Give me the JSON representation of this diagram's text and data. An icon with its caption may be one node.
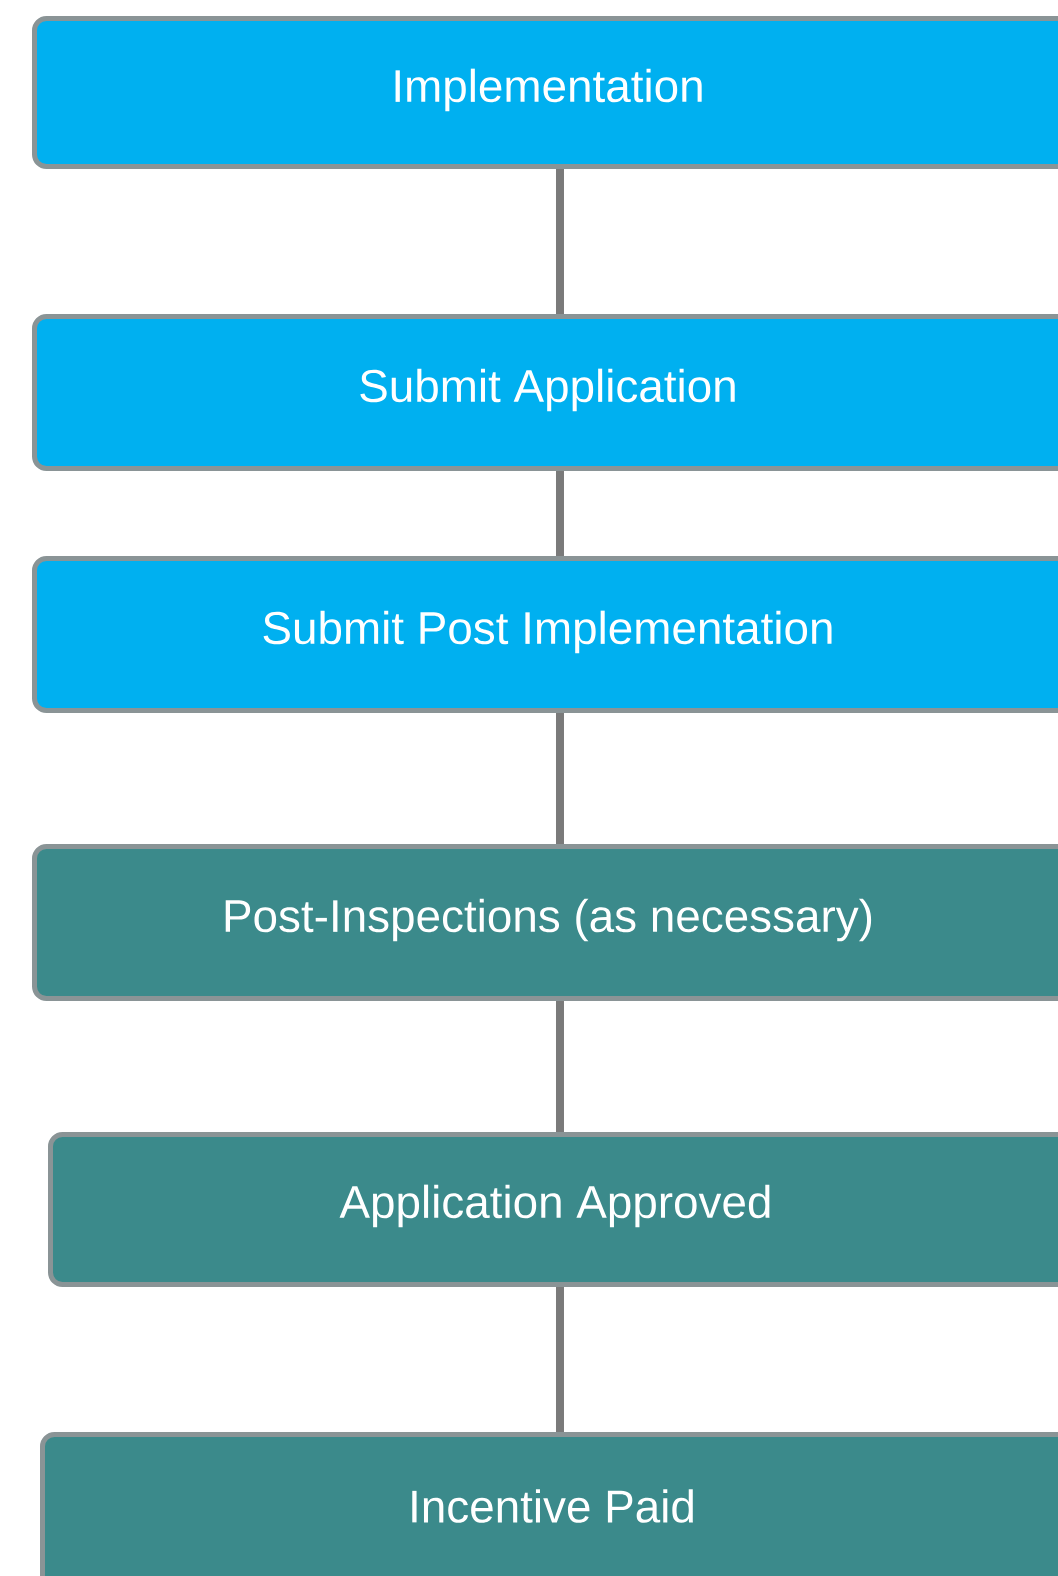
{
  "diagram": {
    "nodes": [
      {
        "text": [
          "Implementation"
        ]
      },
      {
        "text": [
          "Submit Application"
        ]
      },
      {
        "text": [
          "Submit Post Implementation"
        ]
      },
      {
        "text": [
          "Post-Inspections (as necessary)"
        ]
      },
      {
        "text": [
          "Application Approved"
        ]
      },
      {
        "text": [
          "Incentive Paid"
        ]
      }
    ],
    "edges": [
      {
        "from": 0,
        "to": 1,
        "arrow": "none"
      },
      {
        "from": 1,
        "to": 2,
        "arrow": "none"
      },
      {
        "from": 2,
        "to": 3,
        "arrow": "none"
      },
      {
        "from": 3,
        "to": 4,
        "arrow": "none"
      },
      {
        "from": 4,
        "to": 5,
        "arrow": "none"
      }
    ]
  }
}
